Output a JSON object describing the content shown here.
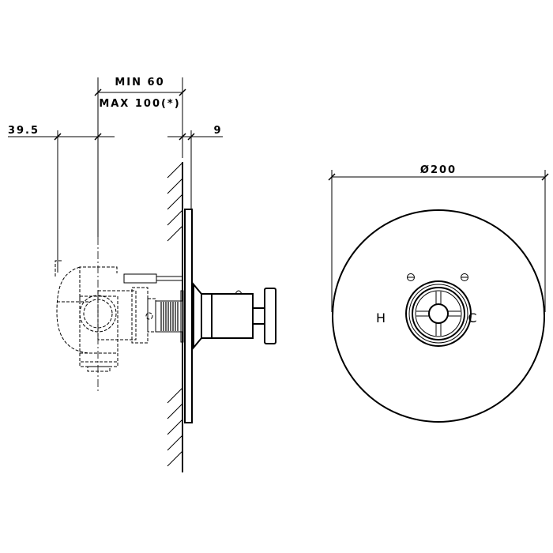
{
  "side_view": {
    "dim_min": "MIN 60",
    "dim_max": "MAX 100(*)",
    "dim_left": "39.5",
    "dim_plate": "9"
  },
  "front_view": {
    "dim_diameter": "Ø200",
    "label_hot": "H",
    "label_cold": "C"
  }
}
